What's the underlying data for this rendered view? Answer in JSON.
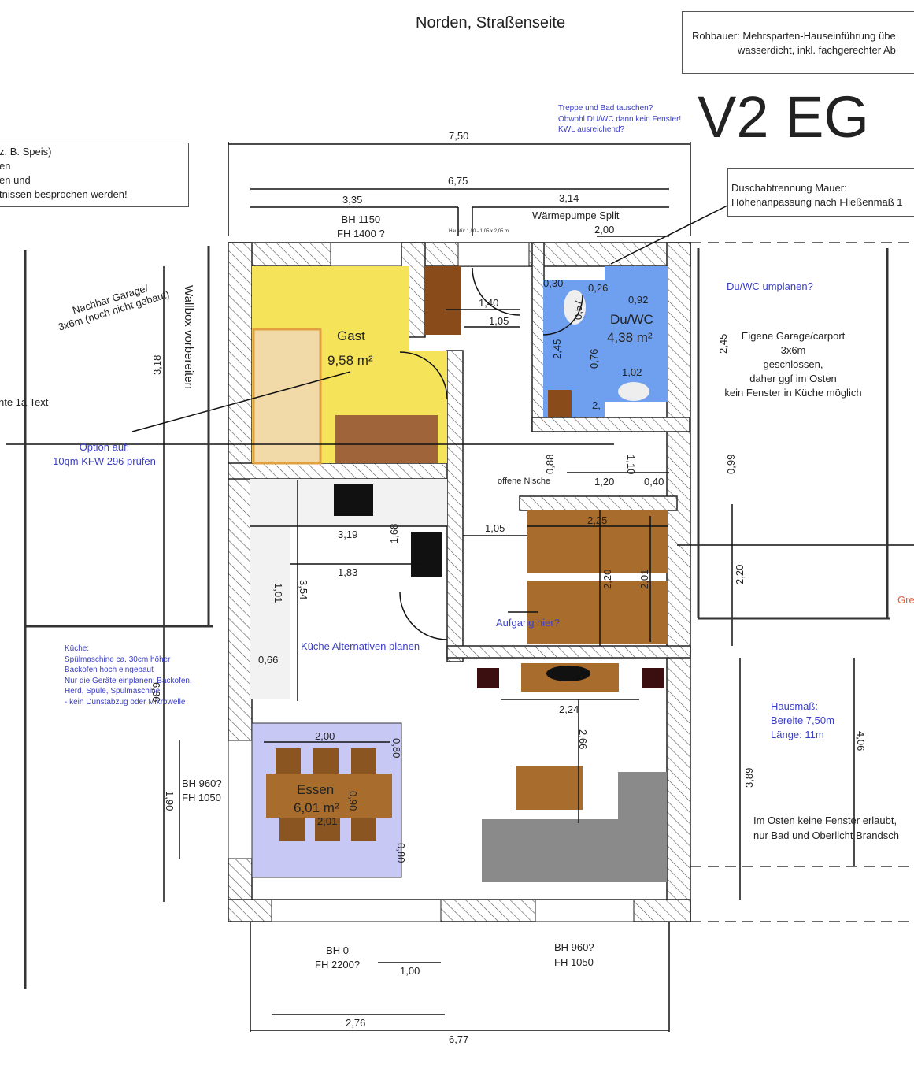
{
  "title": "Norden, Straßenseite",
  "version": "V2 EG",
  "notes": {
    "rohbauer": [
      "Rohbauer: Mehrsparten-Hauseinführung übe",
      "wasserdicht, inkl. fachgerechter Ab"
    ],
    "left_box": [
      "z. B. Speis)",
      "en",
      "en und",
      "tnissen besprochen werden!"
    ],
    "treppe": [
      "Treppe und Bad tauschen?",
      "Obwohl DU/WC dann kein Fenster!",
      "KWL ausreichend?"
    ],
    "dusch": [
      "Duschabtrennung Mauer:",
      "Höhenanpassung nach Fließenmaß 1"
    ],
    "duwc_umplanen": "Du/WC umplanen?",
    "garage_own": [
      "Eigene Garage/carport",
      "3x6m",
      "geschlossen,",
      "daher ggf im Osten",
      "kein Fenster in Küche möglich"
    ],
    "nachbar": [
      "Nachbar  Garage/",
      "3x6m (noch nicht gebaut)"
    ],
    "wallbox": "Wallbox vorbereiten",
    "text_left": "nte 1a Text",
    "option": [
      "Option auf:",
      "10qm KFW 296 prüfen"
    ],
    "kueche": [
      "Küche:",
      "Spülmaschine ca. 30cm höher",
      "Backofen hoch eingebaut",
      "Nur die Geräte einplanen: Backofen,",
      "Herd, Spüle, Spülmaschine",
      "- kein Dunstabzug oder Mikrowelle"
    ],
    "kueche_alt": "Küche Alternativen planen",
    "offene_nische": "offene Nische",
    "aufgang": "Aufgang hier?",
    "hausmass": [
      "Hausmaß:",
      "Bereite 7,50m",
      "Länge: 11m"
    ],
    "osten": [
      "Im Osten keine Fenster erlaubt,",
      "nur Bad und Oberlicht Brandsch"
    ],
    "gre": "Gre",
    "haustuer": "Haustür 1,00 - 1,05 x 2,05 m",
    "waermepumpe": "Wärmepumpe Split"
  },
  "rooms": {
    "gast": {
      "name": "Gast",
      "area": "9,58 m²",
      "color": "#f5e45a"
    },
    "duwc": {
      "name": "Du/WC",
      "area": "4,38 m²",
      "color": "#6fa0f0"
    },
    "essen": {
      "name": "Essen",
      "area": "6,01 m²",
      "color": "#c8c8f5"
    }
  },
  "windows": {
    "w1": [
      "BH 1150",
      "FH 1400 ?"
    ],
    "w2": [
      "BH 960?",
      "FH 1050"
    ],
    "w3": [
      "BH 0",
      "FH 2200?"
    ],
    "w4": [
      "BH 960?",
      "FH 1050"
    ]
  },
  "dims": {
    "d750": "7,50",
    "d675": "6,75",
    "d335": "3,35",
    "d314": "3,14",
    "d200": "2,00",
    "d140": "1,40",
    "d105a": "1,05",
    "d030": "0,30",
    "d026": "0,26",
    "d057": "0,57",
    "d092": "0,92",
    "d245a": "2,45",
    "d076": "0,76",
    "d102": "1,02",
    "d2x": "2,",
    "d245b": "2,45",
    "d318": "3,18",
    "d088": "0,88",
    "d110": "1,10",
    "d120": "1,20",
    "d040": "0,40",
    "d099": "0,99",
    "d319": "3,19",
    "d168": "1,68",
    "d183": "1,83",
    "d105b": "1,05",
    "d225": "2,25",
    "d220a": "2,20",
    "d201": "2,01",
    "d220b": "2,20",
    "d101": "1,01",
    "d354": "3,54",
    "d066": "0,66",
    "d686": "6,86",
    "d224": "2,24",
    "d266": "2,66",
    "d200b": "2,00",
    "d080a": "0,80",
    "d090": "0,90",
    "d201b": "2,01",
    "d080b": "0,80",
    "d190": "1,90",
    "d389": "3,89",
    "d406": "4,06",
    "d100": "1,00",
    "d276": "2,76",
    "d677": "6,77"
  }
}
